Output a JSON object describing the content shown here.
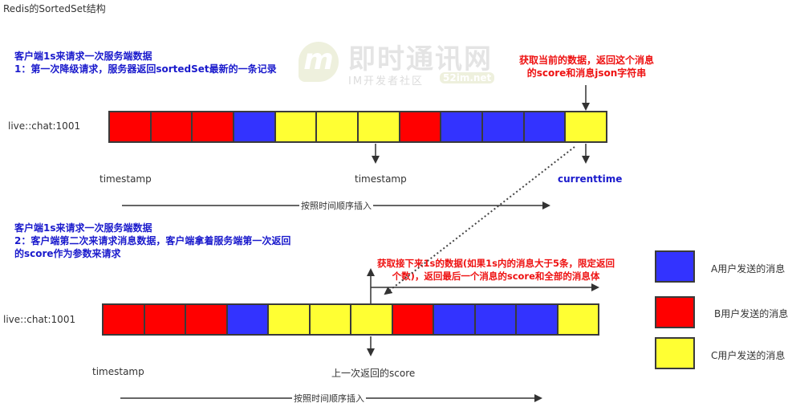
{
  "title": "Redis的SortedSet结构",
  "watermark": {
    "logo_letter": "m",
    "name": "即时通讯网",
    "subtitle": "IM开发者社区",
    "domain": "52im.net"
  },
  "colors": {
    "A": "#3333ff",
    "B": "#ff0000",
    "C": "#ffff33",
    "border": "#3a3a3a",
    "note_blue": "#1a1acc",
    "note_red": "#ee1111"
  },
  "section1": {
    "note_line1": "客户端1s来请求一次服务端数据",
    "note_line2": "1：第一次降级请求，服务器返回sortedSet最新的一条记录",
    "callout_line1": "获取当前的数据，返回这个消息",
    "callout_line2": "的score和消息json字符串",
    "key": "live::chat:1001",
    "cells": [
      "B",
      "B",
      "B",
      "A",
      "C",
      "C",
      "C",
      "B",
      "A",
      "A",
      "A",
      "C"
    ],
    "label_start": "timestamp",
    "label_mid": "timestamp",
    "label_current": "currenttime",
    "timeline": "按照时间顺序插入"
  },
  "section2": {
    "note_line1": "客户端1s来请求一次服务端数据",
    "note_line2": "2：客户端第二次来请求消息数据，客户端拿着服务端第一次返回",
    "note_line3": "的score作为参数来请求",
    "callout_line1": "获取接下来1s的数据(如果1s内的消息大于5条，限定返回",
    "callout_line2": "个数)，返回最后一个消息的score和全部的消息体",
    "key": "live::chat:1001",
    "cells": [
      "B",
      "B",
      "B",
      "A",
      "C",
      "C",
      "C",
      "B",
      "A",
      "A",
      "A",
      "C"
    ],
    "label_start": "timestamp",
    "label_score": "上一次返回的score",
    "timeline": "按照时间顺序插入"
  },
  "legend": [
    {
      "key": "A",
      "label": "A用户发送的消息"
    },
    {
      "key": "B",
      "label": "B用户发送的消息"
    },
    {
      "key": "C",
      "label": "C用户发送的消息"
    }
  ]
}
